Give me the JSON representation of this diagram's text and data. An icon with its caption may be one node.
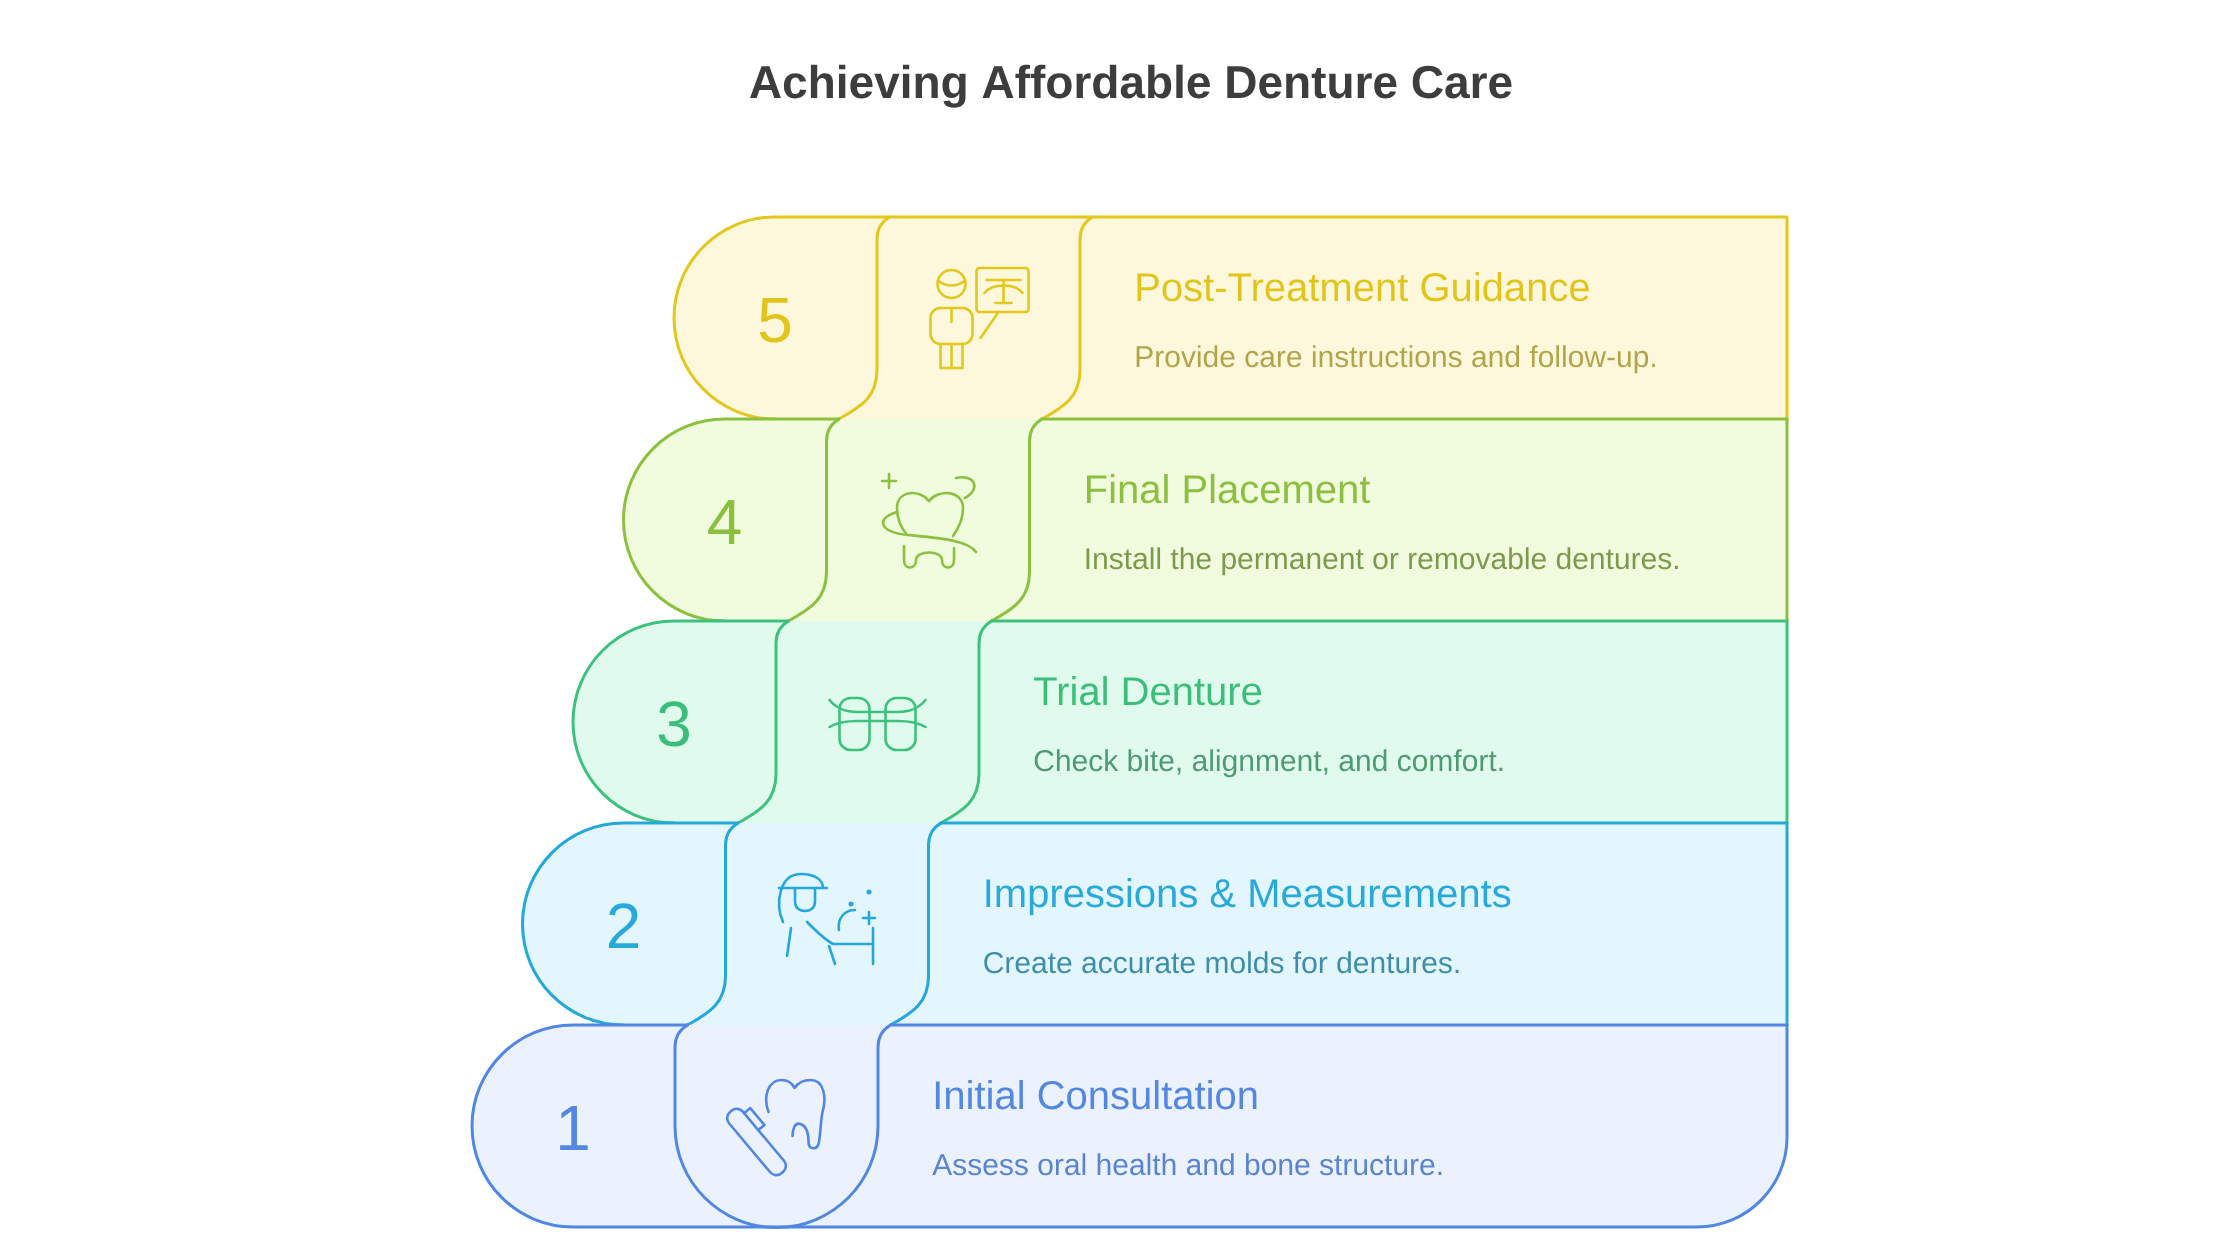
{
  "diagram": {
    "title": "Achieving Affordable Denture Care",
    "nodes": [
      {
        "text": [
          "5",
          "Post-Treatment Guidance",
          "Provide care instructions and follow-up."
        ]
      },
      {
        "text": [
          "4",
          "Final Placement",
          "Install the permanent or removable dentures."
        ]
      },
      {
        "text": [
          "3",
          "Trial Denture",
          "Check bite, alignment, and comfort."
        ]
      },
      {
        "text": [
          "2",
          "Impressions & Measurements",
          "Create accurate molds for dentures."
        ]
      },
      {
        "text": [
          "1",
          "Initial Consultation",
          "Assess oral health and bone structure."
        ]
      }
    ]
  }
}
